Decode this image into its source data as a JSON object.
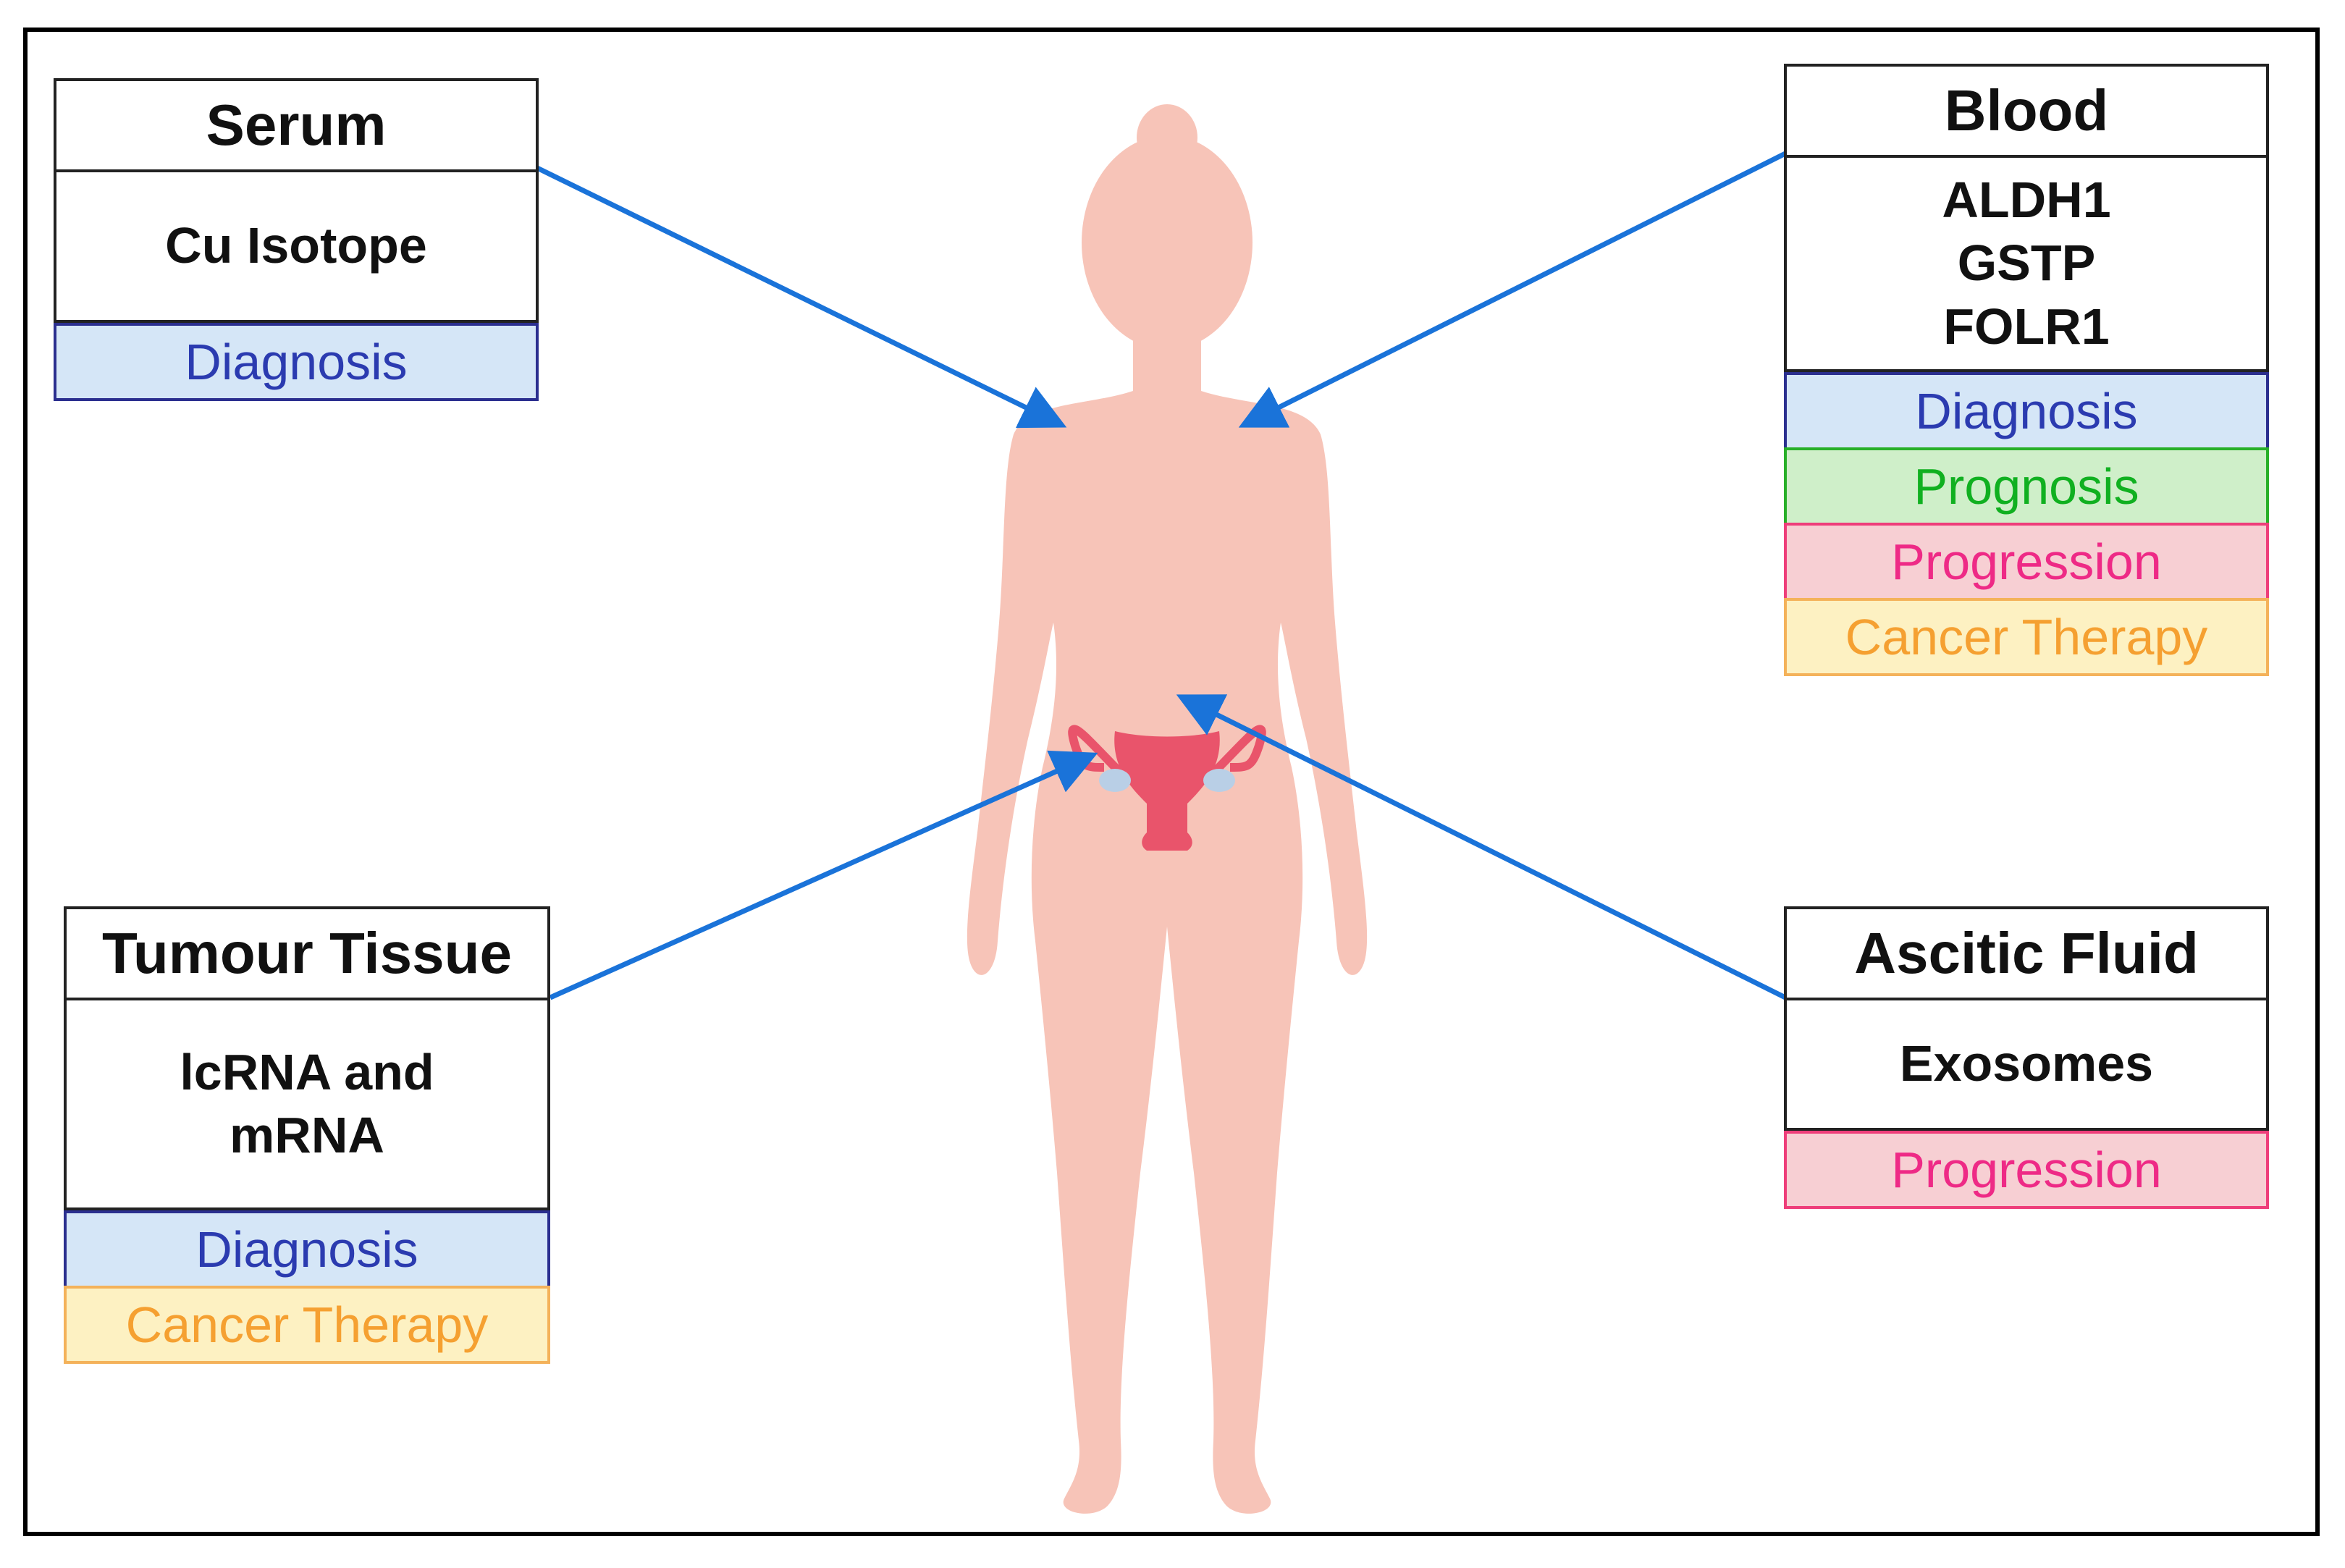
{
  "boxes": {
    "serum": {
      "title": "Serum",
      "markers": [
        "Cu Isotope"
      ],
      "tags": [
        "Diagnosis"
      ]
    },
    "blood": {
      "title": "Blood",
      "markers": [
        "ALDH1",
        "GSTP",
        "FOLR1"
      ],
      "tags": [
        "Diagnosis",
        "Prognosis",
        "Progression",
        "Cancer Therapy"
      ]
    },
    "tumour": {
      "title": "Tumour Tissue",
      "markers": [
        "lcRNA and",
        "mRNA"
      ],
      "tags": [
        "Diagnosis",
        "Cancer Therapy"
      ]
    },
    "ascitic": {
      "title": "Ascitic Fluid",
      "markers": [
        "Exosomes"
      ],
      "tags": [
        "Progression"
      ]
    }
  },
  "colors": {
    "body": "#f7c4b8",
    "uterus": "#e9546b",
    "ovary": "#b9cfe6",
    "arrow": "#1a73d9",
    "diagnosis": "#2b3bb0",
    "prognosis": "#10b020",
    "progression": "#ee2a86",
    "cancer_therapy": "#f5a031"
  }
}
